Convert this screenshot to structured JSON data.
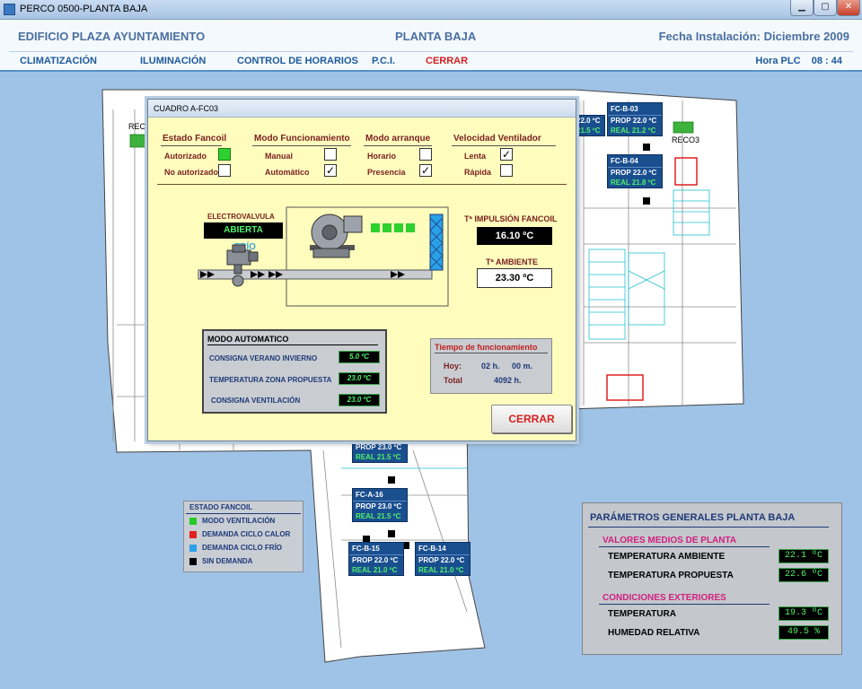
{
  "window": {
    "title": "PERCO 0500-PLANTA BAJA"
  },
  "header": {
    "building": "EDIFICIO PLAZA AYUNTAMIENTO",
    "floor": "PLANTA BAJA",
    "install_date": "Fecha Instalación: Diciembre 2009",
    "nav": [
      "CLIMATIZACIÓN",
      "ILUMINACIÓN",
      "CONTROL DE HORARIOS",
      "P.C.I.",
      "CERRAR"
    ],
    "plc_label": "Hora PLC",
    "plc_time": "08 : 44"
  },
  "plan": {
    "labels": {
      "reco_left": "RECO",
      "reco_right": "RECO3"
    },
    "fancoils": [
      {
        "id": "",
        "prop": "22.0 ºC",
        "real": "21.5 ºC"
      },
      {
        "id": "FC-B-03",
        "prop": "PROP   22.0 ºC",
        "real": "REAL    21.2 ºC"
      },
      {
        "id": "FC-B-04",
        "prop": "PROP   22.0 ºC",
        "real": "REAL    21.8 ºC"
      },
      {
        "id": "",
        "prop": "PROP   23.0 ºC",
        "real": "REAL     21.5 ºC"
      },
      {
        "id": "FC-A-16",
        "prop": "PROP   23.0 ºC",
        "real": "REAL     21.5 ºC"
      },
      {
        "id": "FC-B-15",
        "prop": "PROP     22.0 ºC",
        "real": "REAL     21.0 ºC"
      },
      {
        "id": "FC-B-14",
        "prop": "PROP     22.0 ºC",
        "real": "REAL     21.0 ºC"
      }
    ]
  },
  "legend": {
    "title": "ESTADO FANCOIL",
    "items": [
      {
        "label": "MODO VENTILACIÓN",
        "color": "#22cc22"
      },
      {
        "label": "DEMANDA CICLO CALOR",
        "color": "#e02020"
      },
      {
        "label": "DEMANDA CICLO FRÍO",
        "color": "#2aa0e8"
      },
      {
        "label": "SIN DEMANDA",
        "color": "#000000"
      }
    ]
  },
  "params": {
    "title": "PARÁMETROS GENERALES PLANTA BAJA",
    "section1": "VALORES MEDIOS DE PLANTA",
    "temp_ambiente_label": "TEMPERATURA AMBIENTE",
    "temp_ambiente": "22.1  ºC",
    "temp_propuesta_label": "TEMPERATURA PROPUESTA",
    "temp_propuesta": "22.6  ºC",
    "section2": "CONDICIONES EXTERIORES",
    "temp_ext_label": "TEMPERATURA",
    "temp_ext": "19.3  ºC",
    "humedad_label": "HUMEDAD RELATIVA",
    "humedad": "49.5  %"
  },
  "dialog": {
    "title": "CUADRO A-FC03",
    "estado": {
      "header": "Estado Fancoil",
      "autorizado": "Autorizado",
      "no_autorizado": "No autorizado"
    },
    "modo_func": {
      "header": "Modo Funcionamiento",
      "manual": "Manual",
      "automatico": "Automático"
    },
    "modo_arranque": {
      "header": "Modo arranque",
      "horario": "Horario",
      "presencia": "Presencia"
    },
    "velocidad": {
      "header": "Velocidad  Ventilador",
      "lenta": "Lenta",
      "rapida": "Rápida"
    },
    "check_mark": "✓",
    "electrovalvula_label": "ELECTROVALVULA",
    "electrovalvula_state": "ABIERTA",
    "mode_frio": "FRÍO",
    "t_impulsion_label": "Tª IMPULSIÓN FANCOIL",
    "t_impulsion": "16.10 ºC",
    "t_ambiente_label": "Tª AMBIENTE",
    "t_ambiente": "23.30 ºC",
    "auto": {
      "title": "MODO AUTOMATICO",
      "consigna_verano_label": "CONSIGNA VERANO INVIERNO",
      "consigna_verano": "5.0 ºC",
      "temp_zona_label": "TEMPERATURA ZONA PROPUESTA",
      "temp_zona": "23.0 ºC",
      "consigna_vent_label": "CONSIGNA VENTILACIÓN",
      "consigna_vent": "23.0 ºC"
    },
    "runtime": {
      "title": "Tiempo de funcionamiento",
      "hoy_label": "Hoy:",
      "hoy_h": "02 h.",
      "hoy_m": "00 m.",
      "total_label": "Total",
      "total": "4092 h."
    },
    "close_button": "CERRAR"
  }
}
